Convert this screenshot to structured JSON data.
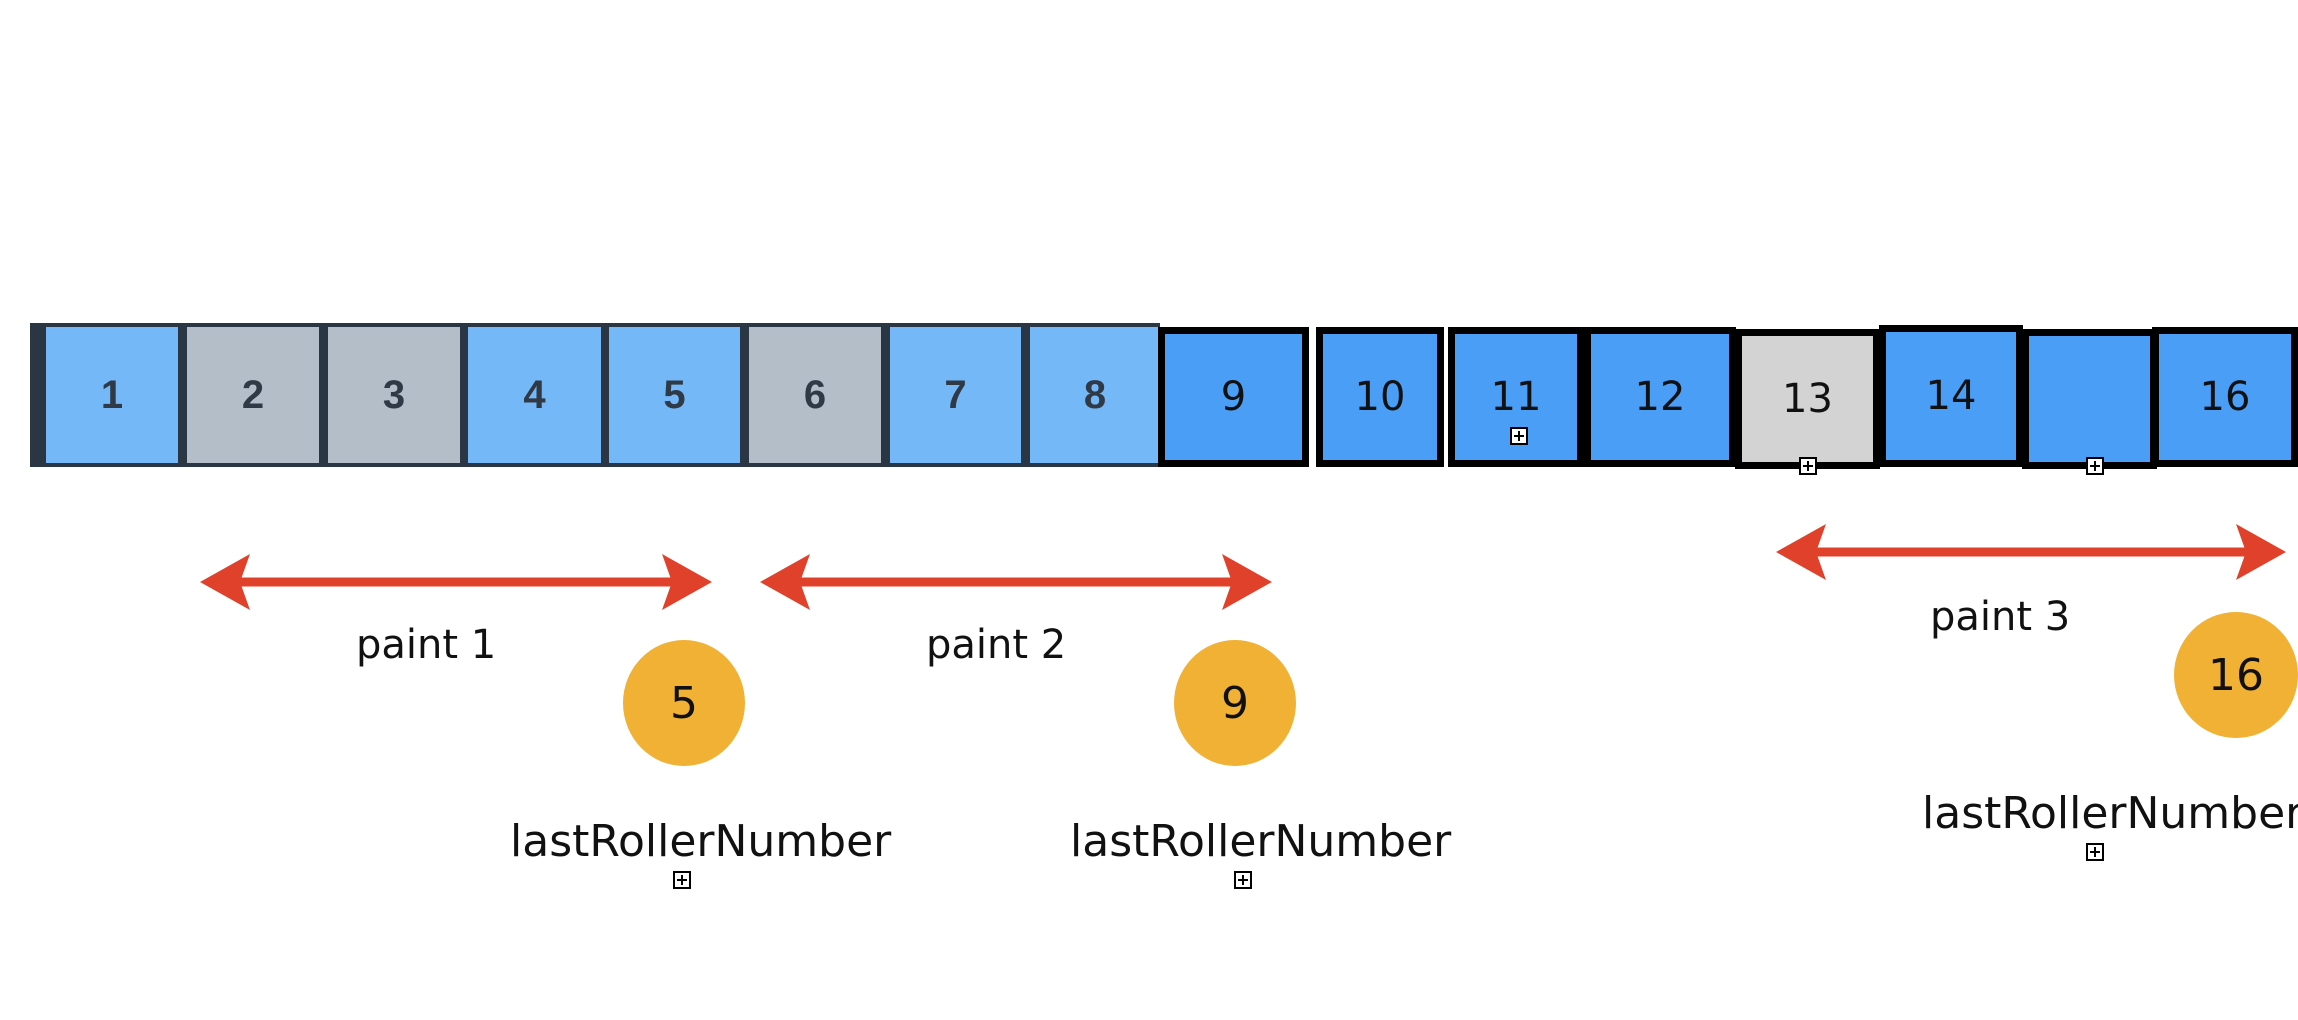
{
  "cells": [
    {
      "label": "1",
      "style": "old-blue"
    },
    {
      "label": "2",
      "style": "old-gray"
    },
    {
      "label": "3",
      "style": "old-gray"
    },
    {
      "label": "4",
      "style": "old-blue"
    },
    {
      "label": "5",
      "style": "old-blue"
    },
    {
      "label": "6",
      "style": "old-gray"
    },
    {
      "label": "7",
      "style": "old-blue"
    },
    {
      "label": "8",
      "style": "old-blue"
    },
    {
      "label": "9",
      "style": "new-blue"
    },
    {
      "label": "10",
      "style": "new-blue"
    },
    {
      "label": "11",
      "style": "new-blue"
    },
    {
      "label": "12",
      "style": "new-blue"
    },
    {
      "label": "13",
      "style": "new-gray"
    },
    {
      "label": "14",
      "style": "new-blue"
    },
    {
      "label": "",
      "style": "new-blue"
    },
    {
      "label": "16",
      "style": "new-blue"
    }
  ],
  "paints": [
    {
      "label": "paint 1",
      "badge": "5",
      "roller_label": "lastRollerNumber"
    },
    {
      "label": "paint 2",
      "badge": "9",
      "roller_label": "lastRollerNumber"
    },
    {
      "label": "paint 3",
      "badge": "16",
      "roller_label": "lastRollerNumber"
    }
  ],
  "colors": {
    "old_blue": "#74b8f8",
    "old_gray": "#b4bec8",
    "new_blue": "#4a9ef5",
    "new_gray": "#d3d3d3",
    "arrow": "#e0412a",
    "badge": "#f0b135"
  }
}
